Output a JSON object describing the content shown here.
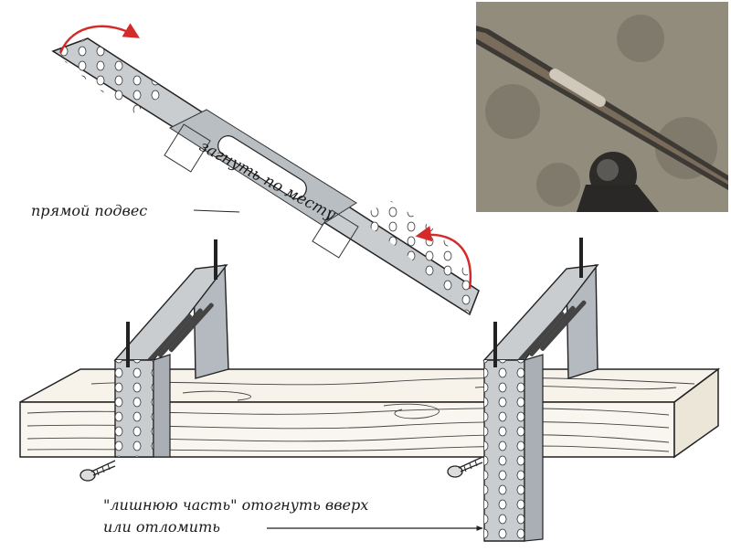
{
  "labels": {
    "hanger": "прямой подвес",
    "bend": "загнуть по месту",
    "excess_line1": "\"лишнюю часть\" отогнуть вверх",
    "excess_line2": "или отломить"
  },
  "colors": {
    "metal": "#c9cdd0",
    "metal_shade": "#a9afb4",
    "metal_dark": "#8a9096",
    "wood": "#f7f3ea",
    "outline": "#222222",
    "arrow": "#d42a2a",
    "photo_bg": "#8b8476"
  },
  "icons": {
    "bend_arrow_top": "curved-arrow-icon",
    "bend_arrow_right": "curved-arrow-icon",
    "screw_left": "screw-icon",
    "screw_right": "screw-icon",
    "pointer": "arrow-icon"
  }
}
